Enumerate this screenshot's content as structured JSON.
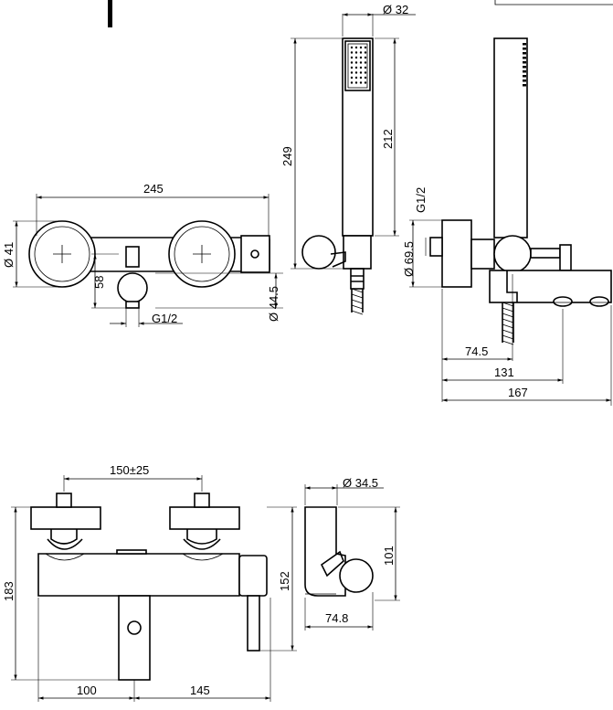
{
  "dimensions": {
    "hand_shower_diameter": "Ø 32",
    "overall_height": "249",
    "hand_shower_length": "212",
    "body_width": "245",
    "knob_diameter": "Ø 41",
    "outlet_drop": "58",
    "outlet_diameter": "Ø 44.5",
    "outlet_thread": "G1/2",
    "side_thread": "G1/2",
    "flange_diameter": "Ø 69.5",
    "projection_1": "74.5",
    "projection_2": "131",
    "projection_3": "167",
    "centers": "150±25",
    "front_height_overall": "183",
    "front_height_body": "152",
    "left_offset": "100",
    "right_offset": "145",
    "holder_diameter": "Ø 34.5",
    "holder_height": "101",
    "holder_depth": "74.8"
  }
}
